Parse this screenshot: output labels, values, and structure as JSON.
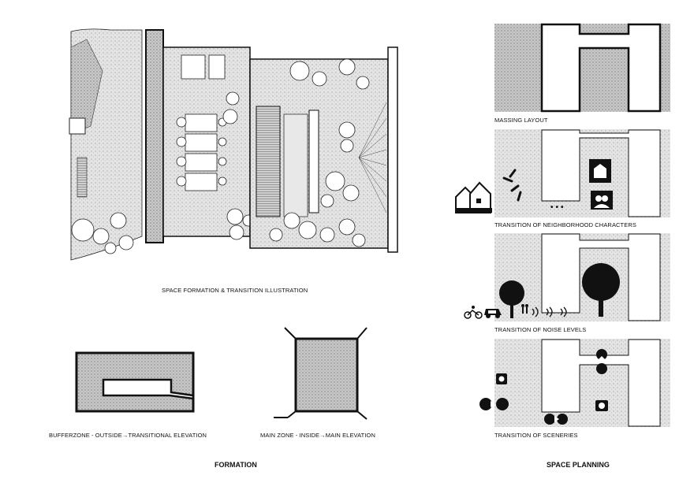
{
  "captions": {
    "illustration": "SPACE FORMATION & TRANSITION ILLUSTRATION",
    "bufferzone_pre": "BUFFERZONE - OUTSIDE",
    "bufferzone_post": "TRANSITIONAL ELEVATION",
    "mainzone_pre": "MAIN ZONE - INSIDE",
    "mainzone_post": "MAIN ELEVATION",
    "arrow": "→",
    "massing": "MASSING LAYOUT",
    "neighborhood": "TRANSITION OF NEIGHBORHOOD CHARACTERS",
    "noise": "TRANSITION OF NOISE LEVELS",
    "sceneries": "TRANSITION OF SCENERIES"
  },
  "section_titles": {
    "formation": "FORMATION",
    "space_planning": "SPACE PLANNING"
  },
  "neighborhood_ellipsis": "•••",
  "colors": {
    "ink": "#111111",
    "hatch_bg": "#bdbdbd",
    "paper": "#ffffff"
  },
  "icons": [
    "house-icon",
    "sun-burst-icon",
    "home-badge-icon",
    "couple-icon",
    "bicycle-icon",
    "car-icon",
    "pedestrian-icon",
    "sound-wave-icon",
    "tree-icon",
    "camera-icon",
    "view-marker-icon"
  ]
}
